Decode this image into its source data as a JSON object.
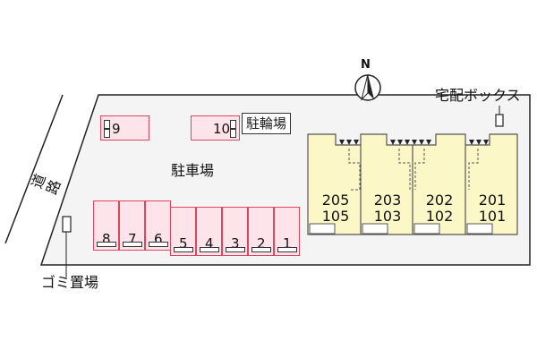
{
  "labels": {
    "road": "道路",
    "parking": "駐車場",
    "bike_parking": "駐輪場",
    "delivery_box": "宅配ボックス",
    "garbage": "ゴミ置場",
    "north": "N"
  },
  "top_stalls": [
    "9",
    "10"
  ],
  "bottom_stalls": [
    "8",
    "7",
    "6",
    "5",
    "4",
    "3",
    "2",
    "1"
  ],
  "units": [
    {
      "upper": "205",
      "lower": "105"
    },
    {
      "upper": "203",
      "lower": "103"
    },
    {
      "upper": "202",
      "lower": "102"
    },
    {
      "upper": "201",
      "lower": "101"
    }
  ],
  "colors": {
    "stall_fill": "#fde3ea",
    "stall_border": "#e0455f",
    "building_fill": "#fbf7c6",
    "lot_fill": "#f4f4f4"
  }
}
